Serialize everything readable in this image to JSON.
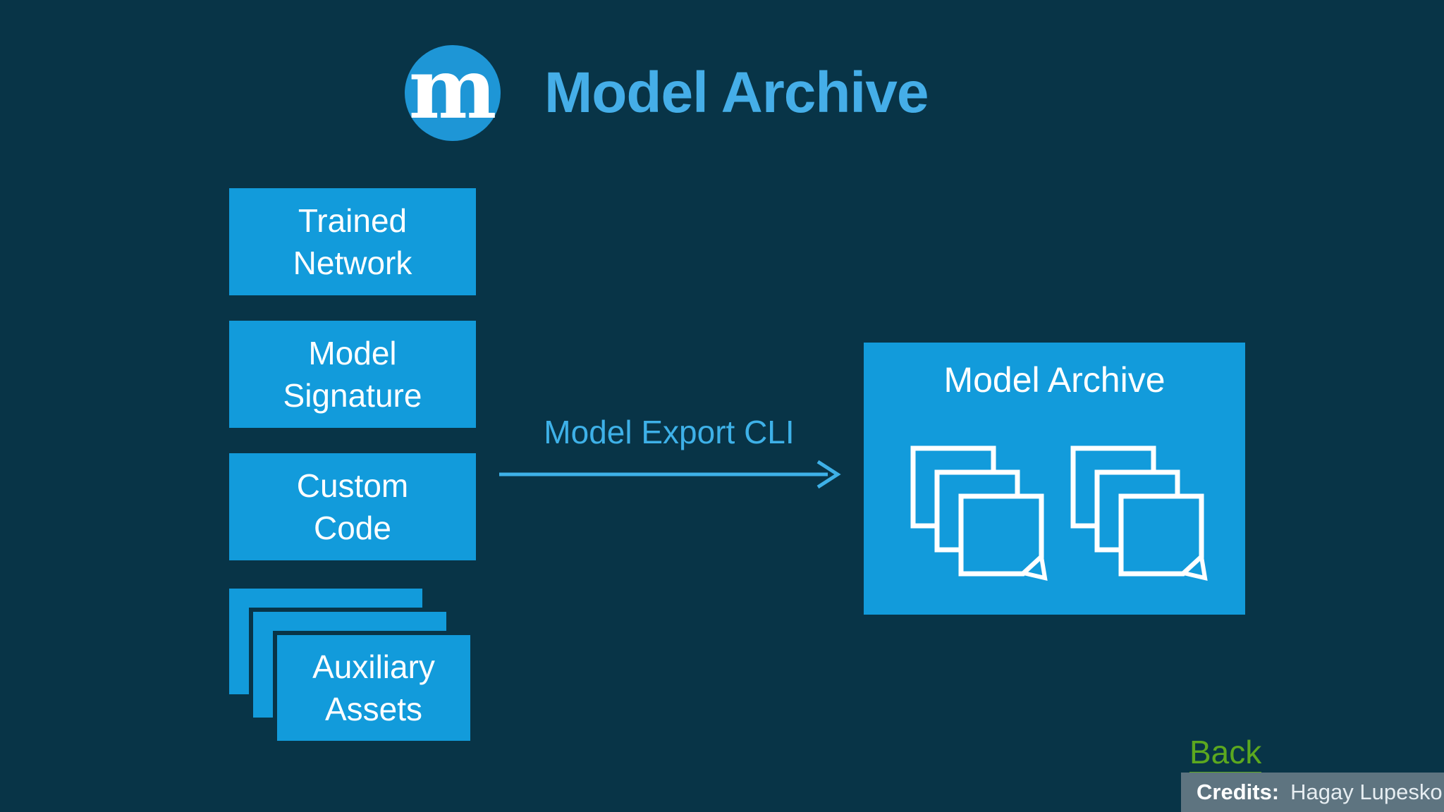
{
  "header": {
    "logo_letter": "m",
    "title": "Model Archive"
  },
  "source_boxes": [
    {
      "label": "Trained\nNetwork"
    },
    {
      "label": "Model\nSignature"
    },
    {
      "label": "Custom\nCode"
    },
    {
      "label": "Auxiliary\nAssets"
    }
  ],
  "flow": {
    "label": "Model Export CLI"
  },
  "archive": {
    "title": "Model Archive"
  },
  "footer": {
    "back_label": "Back",
    "credits_label": "Credits:",
    "credits_value": "Hagay Lupesko"
  },
  "colors": {
    "background": "#083447",
    "box_blue": "#129bdb",
    "logo_blue": "#1e96d6",
    "title_blue": "#45aee8",
    "flow_blue": "#3eb1e8",
    "back_green": "#5ca81f",
    "credits_bar": "#5e7480",
    "text_white": "#ffffff"
  }
}
